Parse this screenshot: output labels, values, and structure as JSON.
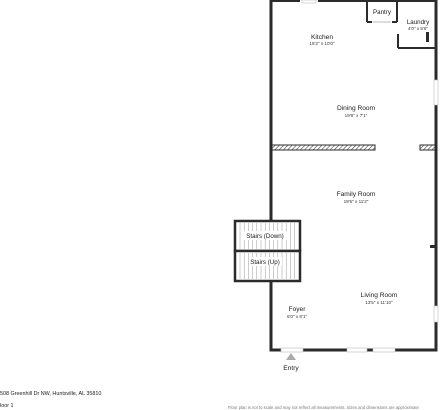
{
  "rooms": {
    "kitchen": {
      "name": "Kitchen",
      "dims": "15'2\" x 10'0\""
    },
    "pantry": {
      "name": "Pantry"
    },
    "laundry": {
      "name": "Laundry",
      "dims": "4'0\" x 5'6\""
    },
    "dining": {
      "name": "Dining Room",
      "dims": "19'6\" x 7'1\""
    },
    "family": {
      "name": "Family Room",
      "dims": "19'5\" x 11'2\""
    },
    "living": {
      "name": "Living Room",
      "dims": "13'5\" x 11'10\""
    },
    "foyer": {
      "name": "Foyer",
      "dims": "6'0\" x 8'1\""
    }
  },
  "stairs": {
    "down": "Stairs (Down)",
    "up": "Stairs (Up)"
  },
  "entry_label": "Entry",
  "footer": {
    "address": "508 Greenhill Dr NW, Huntsville, AL 35810",
    "floor": "loor 1",
    "disclaimer": "Floor plan is not to scale and may not reflect all measurements. Sizes and dimensions are approximate"
  },
  "colors": {
    "wall": "#2b2b2b",
    "hatch": "#555555",
    "window": "#bbbbbb",
    "arrow": "#aaaaaa"
  }
}
